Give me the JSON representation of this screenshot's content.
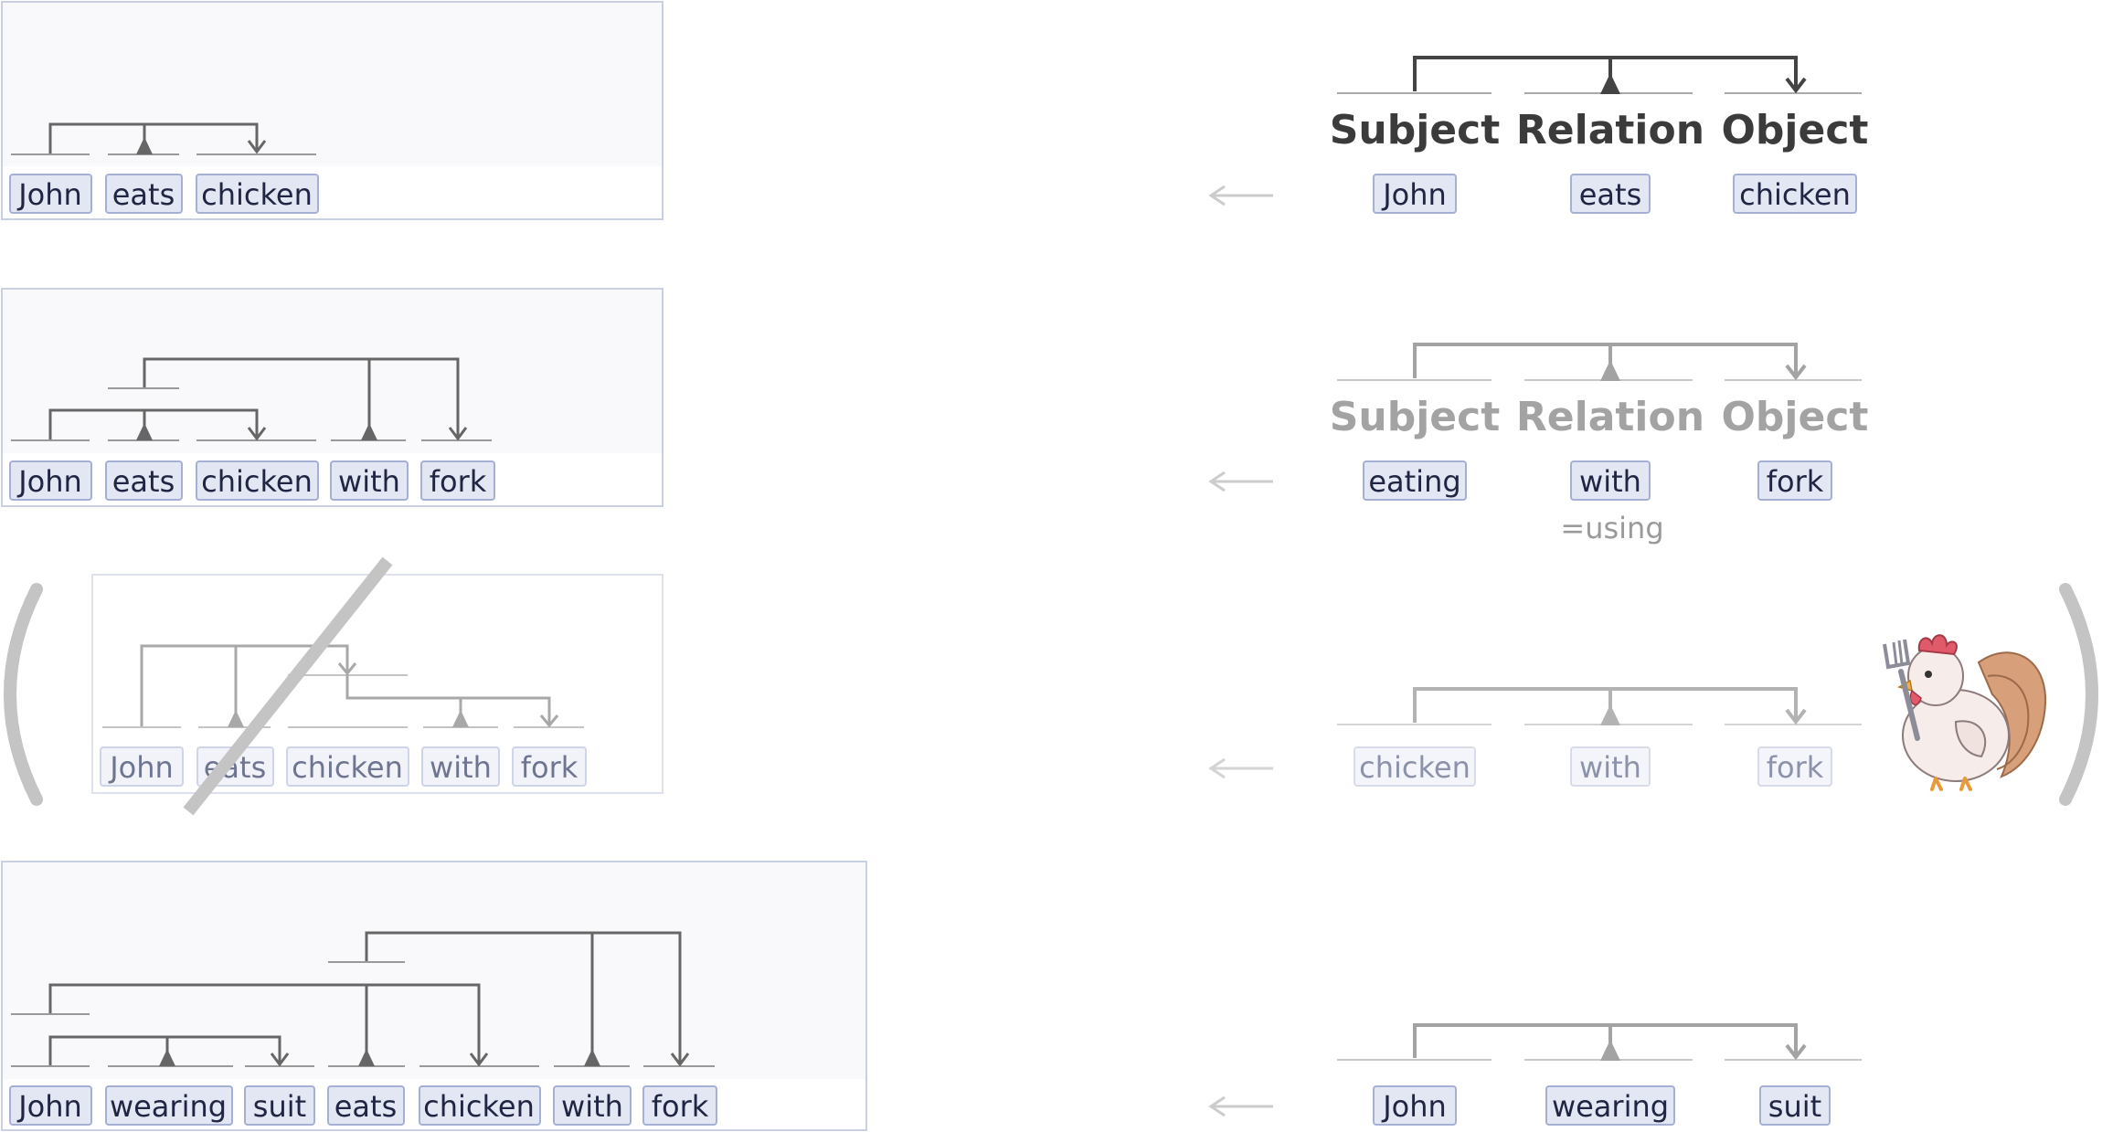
{
  "colors": {
    "token_fill": "#e3e7f3",
    "token_stroke": "#a5b0d4",
    "token_text": "#1f2542",
    "dark": "#444444",
    "mid": "#888888",
    "light": "#a3a3a3",
    "panel_fill": "#f9f9fb",
    "panel_border": "#c9d0e4",
    "arrow": "#cccccc"
  },
  "row1": {
    "tokens": [
      "John",
      "eats",
      "chicken"
    ],
    "triple": {
      "subject_label": "Subject",
      "relation_label": "Relation",
      "object_label": "Object",
      "subject": "John",
      "relation": "eats",
      "object": "chicken"
    }
  },
  "row2": {
    "tokens": [
      "John",
      "eats",
      "chicken",
      "with",
      "fork"
    ],
    "triple": {
      "subject_label": "Subject",
      "relation_label": "Relation",
      "object_label": "Object",
      "subject": "eating",
      "relation": "with",
      "object": "fork",
      "note": "=using"
    }
  },
  "row3": {
    "tokens": [
      "John",
      "eats",
      "chicken",
      "with",
      "fork"
    ],
    "triple": {
      "subject": "chicken",
      "relation": "with",
      "object": "fork"
    },
    "image_icon": "chicken-holding-fork-cartoon"
  },
  "row4": {
    "tokens": [
      "John",
      "wearing",
      "suit",
      "eats",
      "chicken",
      "with",
      "fork"
    ],
    "triple": {
      "subject": "John",
      "relation": "wearing",
      "object": "suit"
    }
  }
}
